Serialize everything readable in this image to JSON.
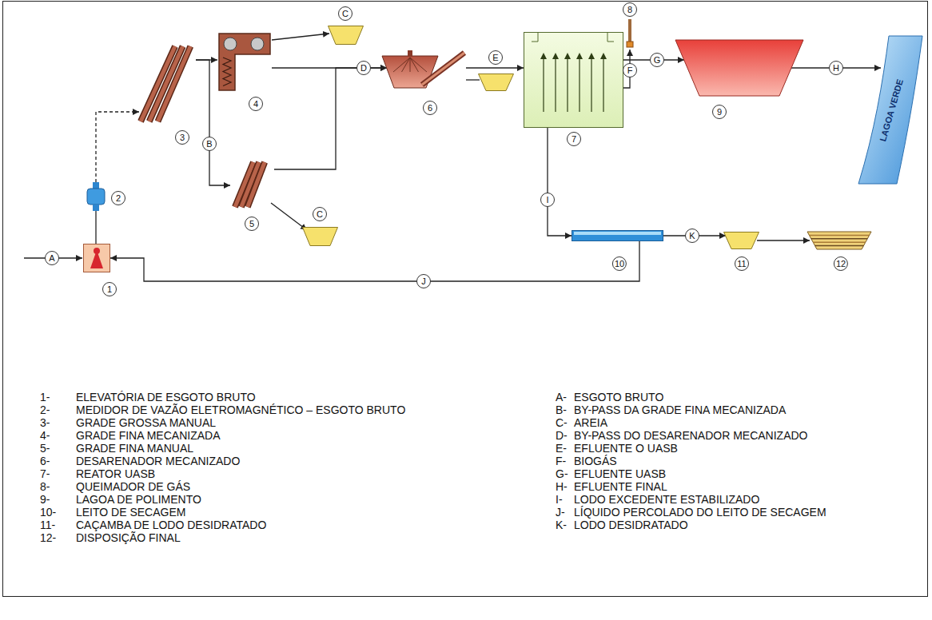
{
  "diagram": {
    "nodes": [
      {
        "text": [
          "1"
        ]
      },
      {
        "text": [
          "2"
        ]
      },
      {
        "text": [
          "3"
        ]
      },
      {
        "text": [
          "4"
        ]
      },
      {
        "text": [
          "C"
        ]
      },
      {
        "text": [
          "5"
        ]
      },
      {
        "text": [
          "C"
        ]
      },
      {
        "text": [
          "6"
        ]
      },
      {
        "text": [
          "E"
        ]
      },
      {
        "text": [
          "7"
        ]
      },
      {
        "text": [
          "8"
        ]
      },
      {
        "text": [
          "9"
        ]
      },
      {
        "text": [
          "LAGOA VERDE"
        ]
      },
      {
        "text": [
          "10"
        ]
      },
      {
        "text": [
          "11"
        ]
      },
      {
        "text": [
          "12"
        ]
      }
    ],
    "edges": [
      {
        "from": 0,
        "to": 1,
        "arrow": "none"
      },
      {
        "from": 1,
        "to": 2,
        "arrow": "to"
      },
      {
        "from": 2,
        "to": 3,
        "arrow": "to"
      },
      {
        "from": 2,
        "to": 5,
        "label": "B",
        "arrow": "to"
      },
      {
        "from": 3,
        "to": 4,
        "arrow": "to"
      },
      {
        "from": 3,
        "to": 7,
        "label": "D",
        "arrow": "to"
      },
      {
        "from": 5,
        "to": 7,
        "arrow": "to"
      },
      {
        "from": 5,
        "to": 6,
        "arrow": "to"
      },
      {
        "from": 7,
        "to": 8,
        "arrow": "none"
      },
      {
        "from": 7,
        "to": 9,
        "arrow": "to"
      },
      {
        "from": 9,
        "to": 10,
        "label": "F",
        "arrow": "to"
      },
      {
        "from": 9,
        "to": 11,
        "label": "G",
        "arrow": "to"
      },
      {
        "from": 11,
        "to": 12,
        "label": "H",
        "arrow": "to"
      },
      {
        "from": 9,
        "to": 13,
        "label": "I",
        "arrow": "to"
      },
      {
        "from": 13,
        "to": 0,
        "label": "J",
        "arrow": "to"
      },
      {
        "from": 13,
        "to": 14,
        "label": "K",
        "arrow": "to"
      },
      {
        "from": 14,
        "to": 15,
        "arrow": "to"
      }
    ],
    "labels": [
      "A",
      "1-",
      "ELEVATÓRIA DE ESGOTO BRUTO",
      "2-",
      "MEDIDOR DE VAZÃO ELETROMAGNÉTICO – ESGOTO BRUTO",
      "3-",
      "GRADE GROSSA MANUAL",
      "4-",
      "GRADE FINA MECANIZADA",
      "5-",
      "GRADE FINA MANUAL",
      "6-",
      "DESARENADOR MECANIZADO",
      "7-",
      "REATOR UASB",
      "8-",
      "QUEIMADOR DE GÁS",
      "9-",
      "LAGOA DE POLIMENTO",
      "10-",
      "LEITO DE SECAGEM",
      "11-",
      "CAÇAMBA DE LODO DESIDRATADO",
      "12-",
      "DISPOSIÇÃO FINAL",
      "A-",
      "ESGOTO BRUTO",
      "B-",
      "BY-PASS DA GRADE FINA MECANIZADA",
      "C-",
      "AREIA",
      "D-",
      "BY-PASS DO DESARENADOR MECANIZADO",
      "E-",
      "EFLUENTE O UASB",
      "F-",
      "BIOGÁS",
      "G-",
      "EFLUENTE UASB",
      "H-",
      "EFLUENTE FINAL",
      "I-",
      "LODO EXCEDENTE ESTABILIZADO",
      "J-",
      "LÍQUIDO PERCOLADO DO LEITO DE SECAGEM",
      "K-",
      "LODO DESIDRATADO"
    ]
  }
}
